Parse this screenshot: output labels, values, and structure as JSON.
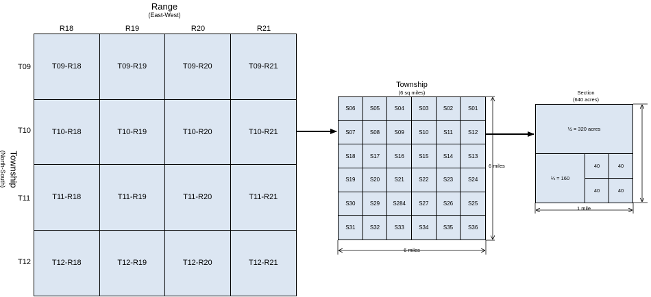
{
  "range": {
    "title": "Range",
    "subtitle": "(East-West)",
    "columns": [
      "R18",
      "R19",
      "R20",
      "R21"
    ]
  },
  "township_axis": {
    "title": "Township",
    "subtitle": "(North-South)",
    "rows": [
      "T09",
      "T10",
      "T11",
      "T12"
    ]
  },
  "range_grid": [
    "T09-R18",
    "T09-R19",
    "T09-R20",
    "T09-R21",
    "T10-R18",
    "T10-R19",
    "T10-R20",
    "T10-R21",
    "T11-R18",
    "T11-R19",
    "T11-R20",
    "T11-R21",
    "T12-R18",
    "T12-R19",
    "T12-R20",
    "T12-R21"
  ],
  "township": {
    "title": "Township",
    "subtitle": "(6 sq miles)",
    "sections": [
      "S06",
      "S05",
      "S04",
      "S03",
      "S02",
      "S01",
      "S07",
      "S08",
      "S09",
      "S10",
      "S11",
      "S12",
      "S18",
      "S17",
      "S16",
      "S15",
      "S14",
      "S13",
      "S19",
      "S20",
      "S21",
      "S22",
      "S23",
      "S24",
      "S30",
      "S29",
      "S284",
      "S27",
      "S26",
      "S25",
      "S31",
      "S32",
      "S33",
      "S34",
      "S35",
      "S36"
    ],
    "height_label": "6 miles",
    "width_label": "6 miles"
  },
  "section": {
    "title": "Section",
    "subtitle": "(640 acres)",
    "half_label": "½ = 320 acres",
    "quarter_label": "¼ = 160",
    "sixteenth_labels": [
      "40",
      "40",
      "40",
      "40"
    ],
    "width_label": "1 mile"
  },
  "colors": {
    "fill": "#dce6f2",
    "stroke": "#000000"
  }
}
